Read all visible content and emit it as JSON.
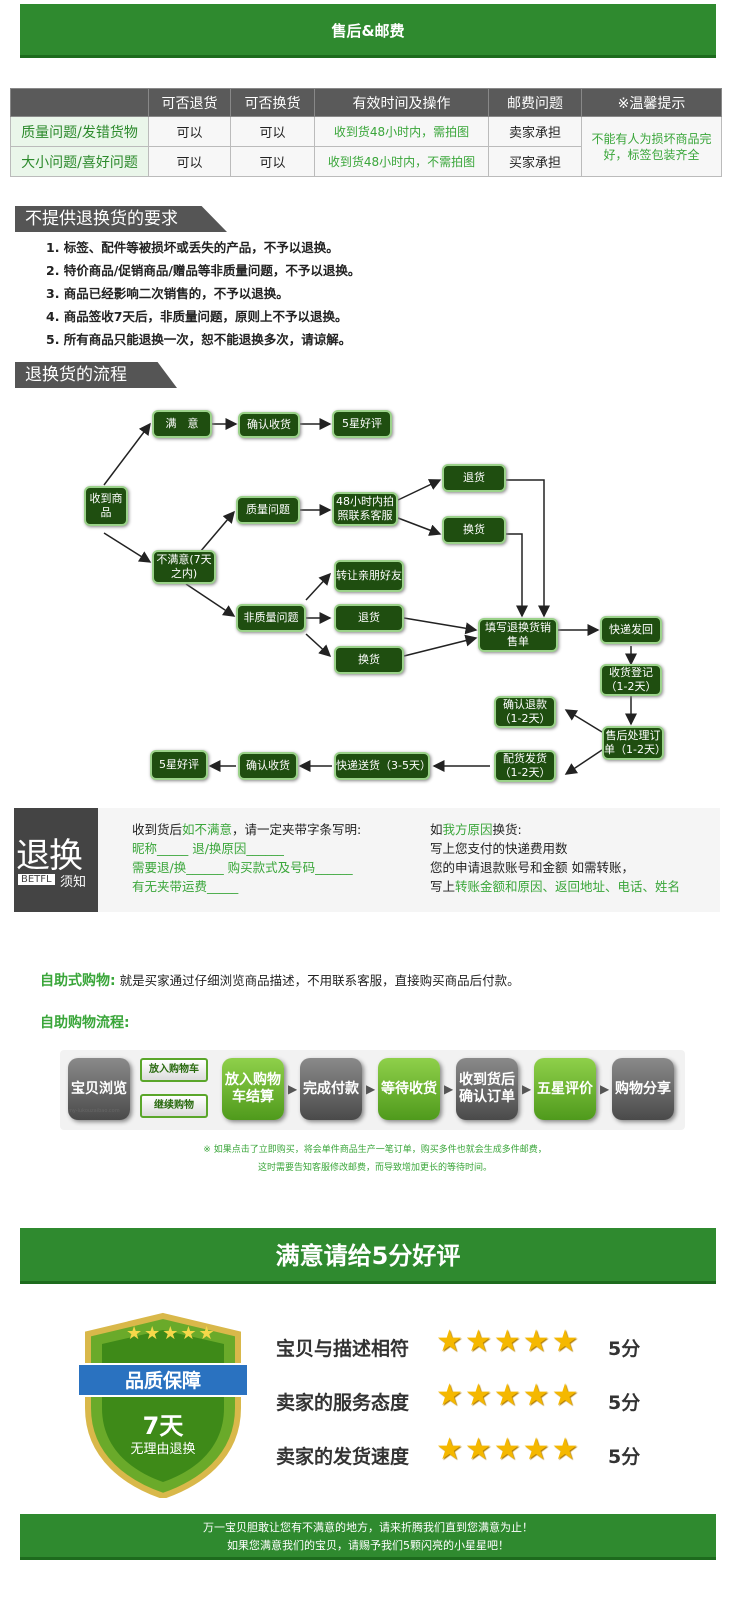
{
  "header_banner": "售后&邮费",
  "policy_table": {
    "headers": [
      "",
      "可否退货",
      "可否换货",
      "有效时间及操作",
      "邮费问题",
      "※温馨提示"
    ],
    "rows": [
      {
        "label": "质量问题/发错货物",
        "return": "可以",
        "exchange": "可以",
        "time": "收到货48小时内，需拍图",
        "postage": "卖家承担"
      },
      {
        "label": "大小问题/喜好问题",
        "return": "可以",
        "exchange": "可以",
        "time": "收到货48小时内，不需拍图",
        "postage": "买家承担"
      }
    ],
    "tip": "不能有人为损坏商品完好，标签包装齐全"
  },
  "no_return": {
    "title": "不提供退换货的要求",
    "items": [
      "1. 标签、配件等被损坏或丢失的产品，不予以退换。",
      "2. 特价商品/促销商品/赠品等非质量问题，不予以退换。",
      "3. 商品已经影响二次销售的，不予以退换。",
      "4. 商品签收7天后，非质量问题，原则上不予以退换。",
      "5.  所有商品只能退换一次，恕不能退换多次，请谅解。"
    ]
  },
  "process": {
    "title": "退换货的流程",
    "nodes": {
      "receive": "收到商品",
      "satisfied": "满　意",
      "confirm1": "确认收货",
      "fivestar1": "5星好评",
      "unsatisfied": "不满意(7天之内)",
      "quality": "质量问题",
      "photo": "48小时内拍照联系客服",
      "return1": "退货",
      "exchange1": "换货",
      "nonquality": "非质量问题",
      "transfer": "转让亲朋好友",
      "return2": "退货",
      "exchange2": "换货",
      "form": "填写退换货销售单",
      "ship_back": "快递发回",
      "register": "收货登记（1-2天）",
      "process_order": "售后处理订单（1-2天）",
      "refund": "确认退款（1-2天）",
      "dispatch": "配货发货（1-2天）",
      "express": "快递送货（3-5天）",
      "confirm2": "确认收货",
      "fivestar2": "5星好评"
    }
  },
  "notice": {
    "logo_big": "退换",
    "logo_brand": "BETFL",
    "logo_small": "须知",
    "left_lines": [
      [
        "收到货后",
        "如不满意",
        "，请一定夹带字条写明:"
      ],
      [
        "昵称_____ 退/换原因______"
      ],
      [
        "需要退/换______ 购买款式及号码______"
      ],
      [
        "有无夹带运费_____"
      ]
    ],
    "right_lines": [
      [
        "如",
        "我方原因",
        "换货:"
      ],
      [
        "写上您支付的快递费用数"
      ],
      [
        "您的申请退款账号和金额 如需转账，"
      ],
      [
        "写上",
        "转账金额和原因、返回地址、电话、姓名"
      ]
    ]
  },
  "self_service": {
    "label": "自助式购物:",
    "text": "就是买家通过仔细浏览商品描述，不用联系客服，直接购买商品后付款。",
    "flow_label": "自助购物流程:",
    "steps": [
      "宝贝浏览",
      "放入购物车结算",
      "完成付款",
      "等待收货",
      "收到货后确认订单",
      "五星评价",
      "购物分享"
    ],
    "small_buttons": [
      "放入购物车",
      "继续购物"
    ],
    "watermark": "my-lukouzaibao.com",
    "note1": "※ 如果点击了立即购买，将会单件商品生产一笔订单，购买多件也就会生成多件邮费，",
    "note2": "这时需要告知客服修改邮费，而导致增加更长的等待时间。"
  },
  "rating_banner": "满意请给5分好评",
  "badge": {
    "title": "品质保障",
    "days": "7天",
    "sub": "无理由退换"
  },
  "ratings": [
    {
      "label": "宝贝与描述相符",
      "stars": 5,
      "score": "5分"
    },
    {
      "label": "卖家的服务态度",
      "stars": 5,
      "score": "5分"
    },
    {
      "label": "卖家的发货速度",
      "stars": 5,
      "score": "5分"
    }
  ],
  "footer": {
    "line1": "万一宝贝胆敢让您有不满意的地方，请来折腾我们直到您满意为止！",
    "line2": "如果您满意我们的宝贝，请赐予我们5颗闪亮的小星星吧！"
  },
  "colors": {
    "brand_green": "#2f8a2f",
    "node_green": "#1f4e10",
    "text_green": "#3aa63a",
    "star": "#f5b800"
  }
}
